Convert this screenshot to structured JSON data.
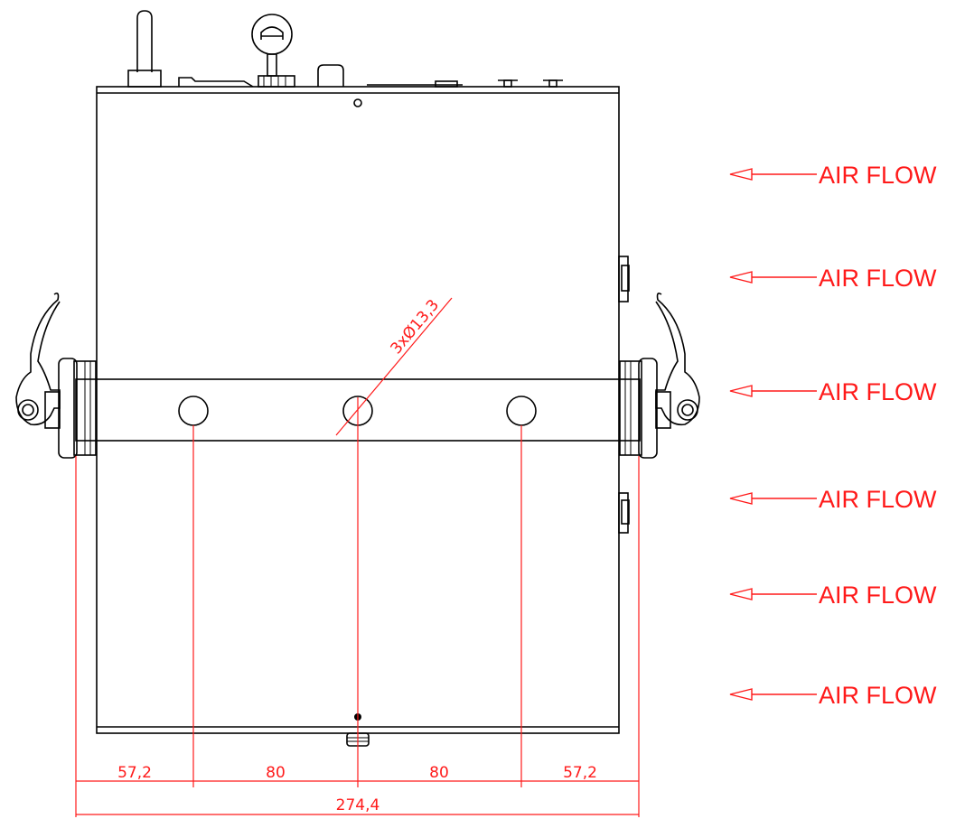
{
  "diagram": {
    "hole_callout": "3xØ13,3",
    "airflow_label": "AIR FLOW",
    "airflow_count": 6,
    "dimensions": {
      "left_offset": "57,2",
      "hole_spacing_1": "80",
      "hole_spacing_2": "80",
      "right_offset": "57,2",
      "overall_width": "274,4"
    },
    "colors": {
      "drawing": "#000000",
      "annotation": "#ff1a1a"
    }
  }
}
